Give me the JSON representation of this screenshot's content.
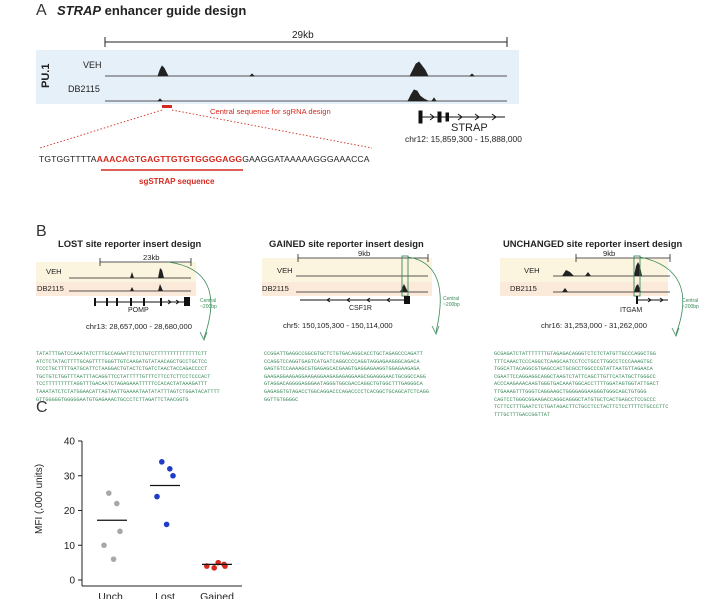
{
  "panelA": {
    "letter": "A",
    "title_italic": "STRAP",
    "title_rest": " enhancer guide design",
    "scale_label": "29kb",
    "pu1_label": "PU.1",
    "tracks": [
      "VEH",
      "DB2115"
    ],
    "central_label": "Central sequence for sgRNA design",
    "gene_name": "STRAP",
    "coords": "chr12: 15,859,300 - 15,888,000",
    "seq_left": "TGTGGTTTTA",
    "seq_highlight": "AAACAGTGAGTTGTGTGGGGAGG",
    "seq_right": "GAAGGATAAAAAGGGAAACCA",
    "sg_label": "sgSTRAP sequence"
  },
  "panelB": {
    "letter": "B",
    "lost": {
      "title": "LOST site reporter insert design",
      "scale": "23kb",
      "tracks": [
        "VEH",
        "DB2115"
      ],
      "gene": "POMP",
      "coords": "chr13: 28,657,000 - 28,680,000",
      "central": "Central",
      "central2": "~200bp",
      "seq": "TATATTTGATCCAAATATCTTTGCCAGAATTCTCTGTCTTTTTTTTTTTTTTCTT\nATCTCTATACTTTTGCAGTTTTGGGTTGTCAAGATGTATAACAGCTGCCTGCTCC\nTCCCTGCTTTTGATGCATTCTAAGGACTGTACTCTGATCTAACTACCAGACCCCT\nTGCTGTCTGGTTTAATTTACAGGTTCCTATTTTTGTTTCTTCCTCTTCCTCCCACT\nTCCTTTTTTTTTAGGTTTGACAATCTAGAGAAATTTTTCCACACTATAAAGATTT\nTAAATATCTCTATGGAACATTAGTAATTGAAAATAATATATTTAGTCTGGATACATTTT\nGTTGGGGGTGGGGGAATGTGAGAAACTGCCCTCTTAGATTCTAACGGTG"
    },
    "gained": {
      "title": "GAINED site reporter insert design",
      "scale": "9kb",
      "tracks": [
        "VEH",
        "DB2115"
      ],
      "gene": "CSF1R",
      "coords": "chr5: 150,105,300 - 150,114,000",
      "central": "Central",
      "central2": "~200bp",
      "seq": "CCGGATTGAGGCCGGCGTGCTCTGTGACAGGCACCTGCTAGAGCCCAGATT\nCCAGGTCCAGGTGAGTCATGATCAGGCCCCAGGTAGGAGAAGGGCAGACA\nGAGTGTCCAAAAGCGTGAGAGCACGAAGTGAGGAGAAGGTGGAGAAGAGA\nGAAGAGGAAGAGGAAGAGGAAGAGAGAGGAAGCGGAGGGAACTGCGGCCAGG\nGTAGGACAGGGGAGGGAATAGGGTGGCGACCAGGCTGTGGCTTTGAGGGCA\nGAGAGGTGTAGACCTGGCAGGACCCAGACCCCTCACGGCTGCAGCATCTCAGG\nGGTTGTGGGGC"
    },
    "unchanged": {
      "title": "UNCHANGED site reporter insert design",
      "scale": "9kb",
      "tracks": [
        "VEH",
        "DB2115"
      ],
      "gene": "ITGAM",
      "coords": "chr16: 31,253,000 - 31,262,000",
      "central": "Central",
      "central2": "~200bp",
      "seq": "GCGAGATCTATTTTTTTGTAGAGACAGGGTCTCTCTATGTTGCCCAGGCTGG\nTTTCAAACTCCCAGGCTCAAGCAATCCTCCTGCCTTGGCCTCCCAAAGTGC\nTGGCATTACAGGCGTGAGCCACTGCGCCTGGCCCGTATTAATGTTAGAACA\nCGAATTCCAGGAGGCAGGCTAAGTCTATTCAGCTTGTTCATATGCTTGGGCC\nACCCAAGAAACAAGTGGGTGACAAATGGCACCTTTTGGATAGTGGTATTGACT\nTTGAAAGTTTGGGTCAGGAAGCTGGGGAGGAAGGGTGGGCAGCTGTGGG\nCAGTCCTGGGCGGAAGACCAGGCAGGGCTATGTGCTCACTGAGCCTCCGCCC\nTCTTCCTTTGAATCTCTGATAGACTTCTGCCTCCTACTTCTCCTTTTCTGCCCTTC\nTTTGCTTTGACCGGTTAT"
    }
  },
  "panelC": {
    "letter": "C"
  },
  "chart_data": {
    "type": "scatter",
    "title": "",
    "ylabel": "MFI (,000 units)",
    "ylim": [
      0,
      40
    ],
    "yticks": [
      "0",
      "10",
      "20",
      "30",
      "40"
    ],
    "categories": [
      "Unch.",
      "Lost",
      "Gained"
    ],
    "series": [
      {
        "category": "Unch.",
        "color": "#a8a8a8",
        "values": [
          25,
          22,
          14,
          10,
          6
        ],
        "mean": 17.2
      },
      {
        "category": "Lost",
        "color": "#1e3cc8",
        "values": [
          34,
          32,
          30,
          24,
          16
        ],
        "mean": 27.2
      },
      {
        "category": "Gained",
        "color": "#d42a1f",
        "values": [
          5,
          4.5,
          4,
          4,
          3.5
        ],
        "mean": 4.5
      }
    ]
  },
  "colors": {
    "accent_red": "#d42a1f",
    "seq_green": "#3a8a5a",
    "track_blue": "#e6f0f8",
    "track_peach": "#fbe9d9",
    "track_cream": "#fbf4de"
  }
}
